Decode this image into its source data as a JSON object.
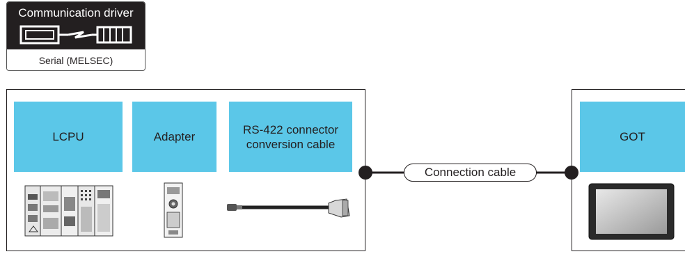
{
  "driver": {
    "title": "Communication driver",
    "subtitle": "Serial (MELSEC)",
    "icon": "serial-link-icon"
  },
  "components": [
    {
      "label": "LCPU",
      "icon": "lcpu-module-icon"
    },
    {
      "label": "Adapter",
      "icon": "adapter-icon"
    },
    {
      "label": "RS-422 connector\nconversion cable",
      "icon": "conversion-cable-icon"
    }
  ],
  "got": {
    "label": "GOT",
    "icon": "got-panel-icon"
  },
  "connection": {
    "label": "Connection cable"
  },
  "colors": {
    "tile": "#5bc7e8",
    "ink": "#231f20",
    "badge": "#231f20"
  }
}
